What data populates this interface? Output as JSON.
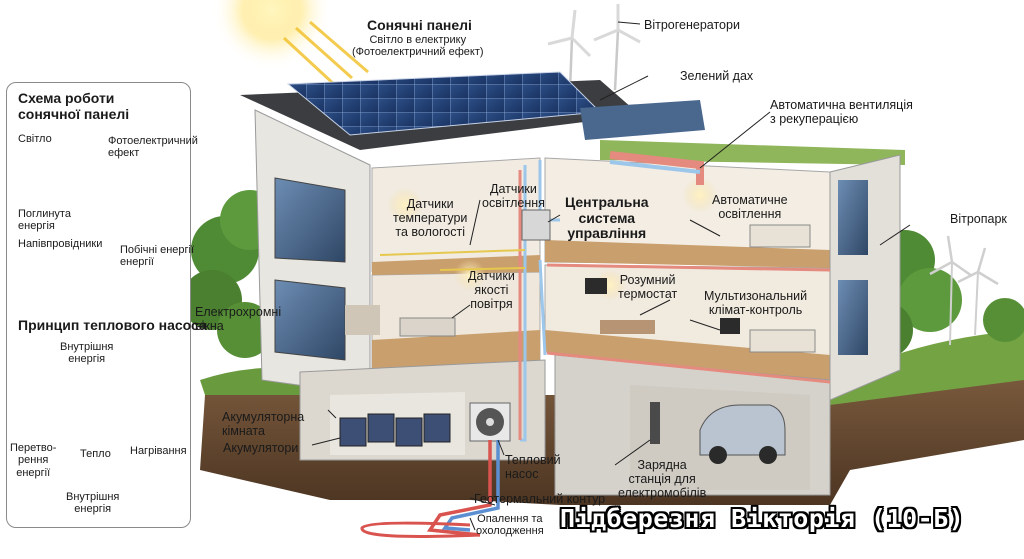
{
  "panel": {
    "solar_title": [
      "Схема роботи",
      "сонячної панелі"
    ],
    "light": "Світло",
    "photo_effect": [
      "Фотоелектричний",
      "ефект"
    ],
    "absorbed_energy": [
      "Поглинута",
      "енергія"
    ],
    "semiconductors": "Напівпровідники",
    "side_energy": [
      "Побічні енергії",
      "енергії"
    ],
    "heatpump_title": "Принцип теплового насоса",
    "inner_energy_top": [
      "Внутрішня",
      "енергія"
    ],
    "conversion_energy": [
      "Перетво-",
      "рення",
      "енергії"
    ],
    "heat": "Тепло",
    "heating": "Нагрівання",
    "inner_energy_bottom": [
      "Внутрішня",
      "енергія"
    ]
  },
  "labels": {
    "solar_panels": "Сонячні панелі",
    "solar_sub": [
      "Світло в електрику",
      "(Фотоелектричний ефект)"
    ],
    "wind_generators": "Вітрогенератори",
    "green_roof": "Зелений дах",
    "ventilation": [
      "Автоматична вентиляція",
      "з рекуперацією"
    ],
    "temp_sensors": [
      "Датчики",
      "температури",
      "та вологості"
    ],
    "light_sensors": [
      "Датчики",
      "освітлення"
    ],
    "central_system": [
      "Центральна",
      "система",
      "управління"
    ],
    "auto_light": [
      "Автоматичне",
      "освітлення"
    ],
    "wind_park": "Вітропарк",
    "air_sensors": [
      "Датчики",
      "якості",
      "повітря"
    ],
    "thermostat": [
      "Розумний",
      "термостат"
    ],
    "multizone": [
      "Мультизональний",
      "клімат-контроль"
    ],
    "electrochromic": [
      "Електрохромні",
      "вікна"
    ],
    "battery_room": [
      "Акумуляторна",
      "кімната"
    ],
    "batteries": "Акумулятори",
    "heat_pump": [
      "Тепловий",
      "насос"
    ],
    "charging": [
      "Зарядна",
      "станція для",
      "електромобілів"
    ],
    "geothermal": "Геотермальний контур",
    "heat_cool": [
      "Опалення та",
      "охолодження"
    ]
  },
  "signature": "Підберезня Вікторія (10-Б)"
}
